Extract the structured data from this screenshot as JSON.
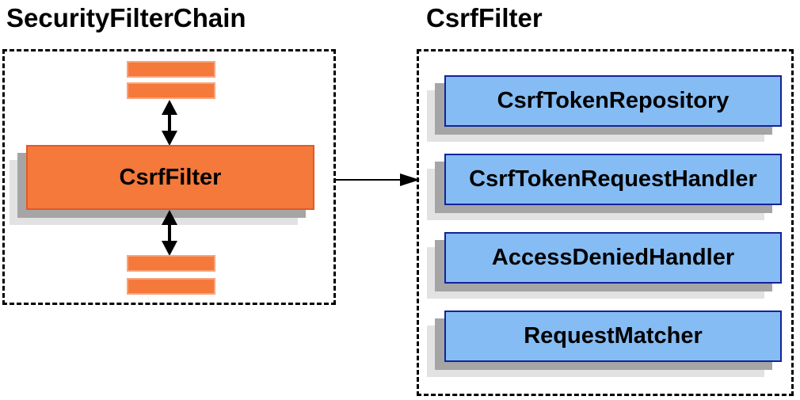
{
  "left_panel": {
    "title": "SecurityFilterChain",
    "filter_box_label": "CsrfFilter"
  },
  "right_panel": {
    "title": "CsrfFilter",
    "components": [
      {
        "label": "CsrfTokenRepository"
      },
      {
        "label": "CsrfTokenRequestHandler"
      },
      {
        "label": "AccessDeniedHandler"
      },
      {
        "label": "RequestMatcher"
      }
    ]
  },
  "icons": {
    "vertical_double_arrow": "double-headed-vertical-arrow",
    "flow_arrow": "right-pointing-arrow"
  },
  "colors": {
    "background": "#FFFFFF",
    "text": "#000000",
    "orange_fill": "#F4793B",
    "orange_border": "#E05A28",
    "bar_border": "#F8A47C",
    "blue_fill": "#85BCF3",
    "blue_border": "#14239B",
    "shadow_dark": "#A5A5A5",
    "shadow_light": "#E2E2E2",
    "dashed_border": "#000000",
    "arrow": "#000000"
  }
}
